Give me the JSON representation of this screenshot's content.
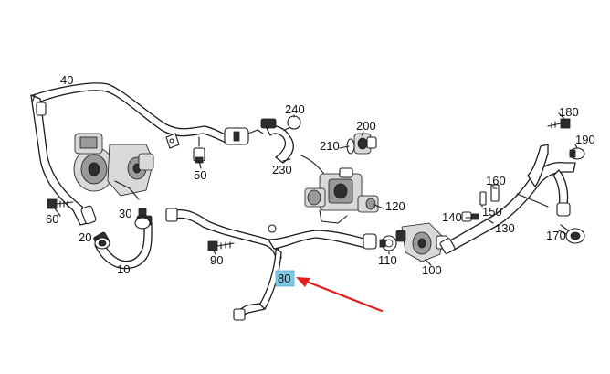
{
  "callouts": {
    "p10": "10",
    "p20": "20",
    "p30": "30",
    "p40": "40",
    "p50": "50",
    "p60": "60",
    "p80": "80",
    "p90": "90",
    "p100": "100",
    "p110": "110",
    "p120": "120",
    "p130": "130",
    "p140": "140",
    "p150": "150",
    "p160": "160",
    "p170": "170",
    "p180": "180",
    "p190": "190",
    "p200": "200",
    "p210": "210",
    "p230": "230",
    "p240": "240"
  },
  "highlight": {
    "part": "80",
    "box_color": "#7ec8e3",
    "arrow_color": "#e0201b"
  },
  "colors": {
    "line": "#1a1a1a",
    "background": "#ffffff"
  }
}
